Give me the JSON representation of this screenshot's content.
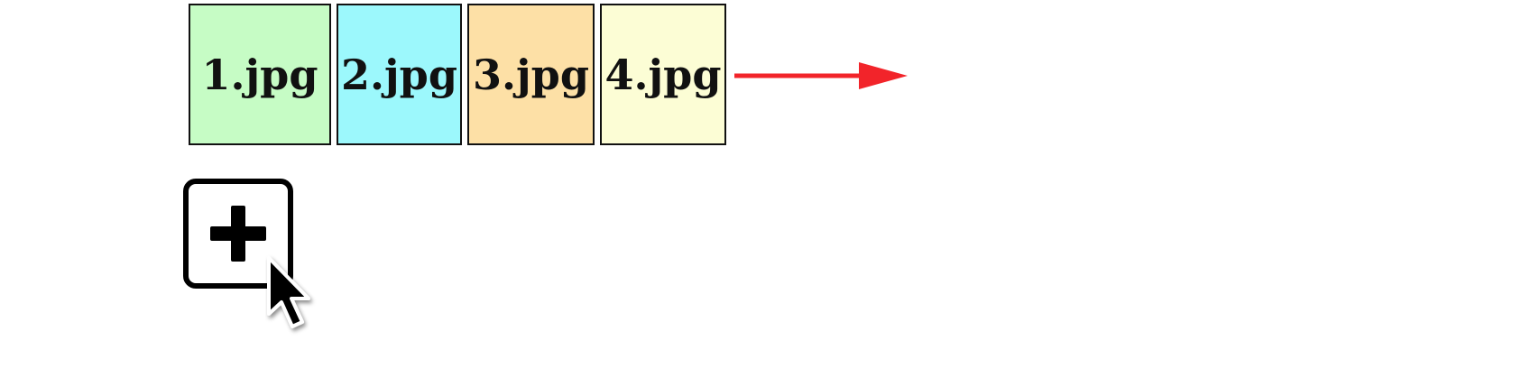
{
  "files": [
    {
      "name": "1.jpg",
      "color": "#c6fcc5"
    },
    {
      "name": "2.jpg",
      "color": "#9cf8fc"
    },
    {
      "name": "3.jpg",
      "color": "#fde0a6"
    },
    {
      "name": "4.jpg",
      "color": "#fcfdd5"
    }
  ],
  "arrow": {
    "color": "#f2242a",
    "direction": "right"
  },
  "add_button": {
    "icon": "plus-icon"
  },
  "cursor": {
    "icon": "mouse-pointer-icon"
  }
}
